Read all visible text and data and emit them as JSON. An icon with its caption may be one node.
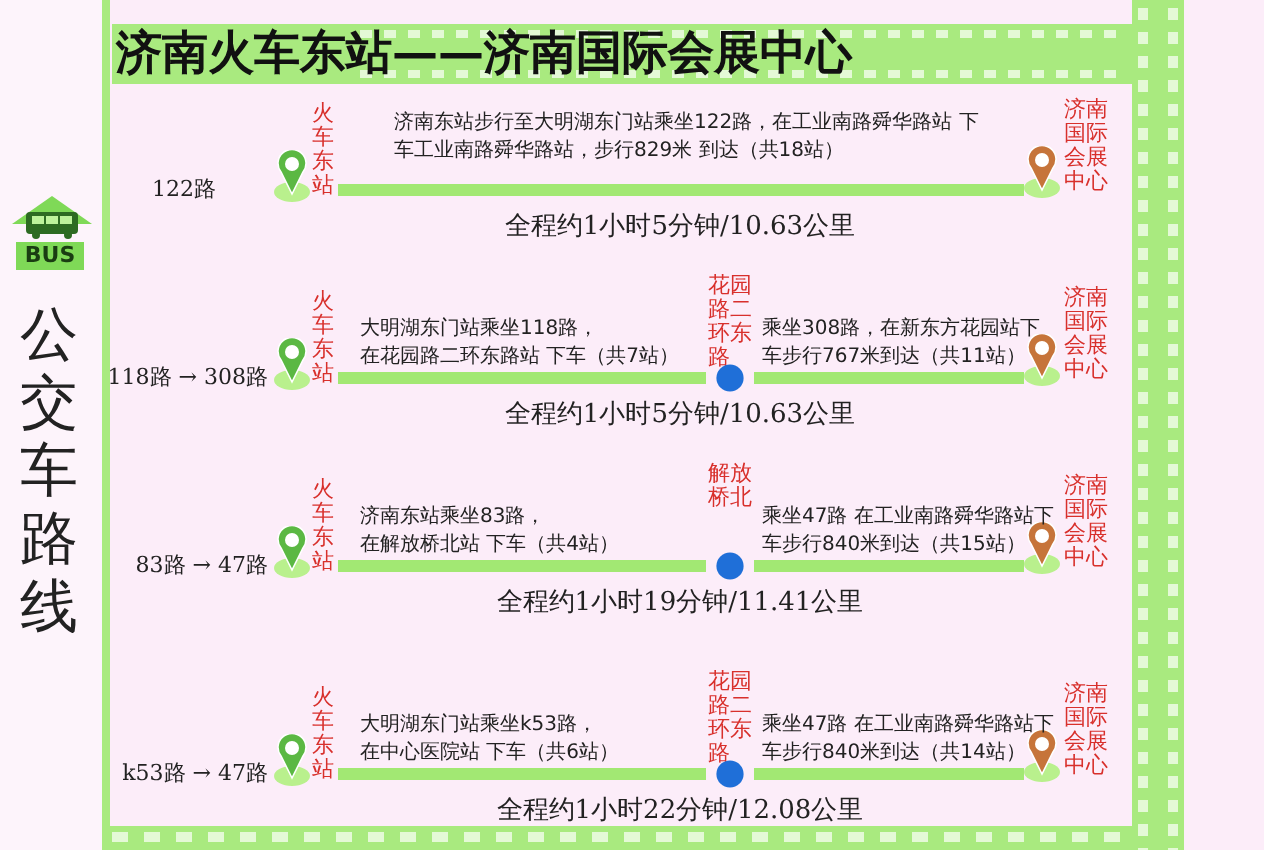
{
  "diagram": {
    "title": "济南火车东站——济南国际会展中心",
    "nodes": [
      {
        "text": [
          "火车东站"
        ]
      },
      {
        "text": [
          "济南国际会展中心"
        ]
      },
      {
        "text": [
          "火车东站"
        ]
      },
      {
        "text": [
          "花园路二环东路"
        ]
      },
      {
        "text": [
          "济南国际会展中心"
        ]
      },
      {
        "text": [
          "火车东站"
        ]
      },
      {
        "text": [
          "解放桥北"
        ]
      },
      {
        "text": [
          "济南国际会展中心"
        ]
      },
      {
        "text": [
          "火车东站"
        ]
      },
      {
        "text": [
          "花园路二环东路"
        ]
      },
      {
        "text": [
          "济南国际会展中心"
        ]
      }
    ],
    "edges": [
      {
        "from": 0,
        "to": 1,
        "arrow": "none",
        "label": "济南东站步行至大明湖东门站乘坐122路，在工业南路舜华路站 下车工业南路舜华路站，步行829米 到达（共18站）"
      },
      {
        "from": 2,
        "to": 3,
        "arrow": "none",
        "label": "大明湖东门站乘坐118路，在花园路二环东路站 下车（共7站）"
      },
      {
        "from": 3,
        "to": 4,
        "arrow": "none",
        "label": "乘坐308路，在新东方花园站下车步行767米到达（共11站）"
      },
      {
        "from": 5,
        "to": 6,
        "arrow": "none",
        "label": "济南东站乘坐83路，在解放桥北站 下车（共4站）"
      },
      {
        "from": 6,
        "to": 7,
        "arrow": "none",
        "label": "乘坐47路 在工业南路舜华路站下车步行840米到达（共15站）"
      },
      {
        "from": 8,
        "to": 9,
        "arrow": "none",
        "label": "大明湖东门站乘坐k53路，在中心医院站 下车（共6站）"
      },
      {
        "from": 9,
        "to": 10,
        "arrow": "none",
        "label": "乘坐47路 在工业南路舜华路站下车步行840米到达（共14站）"
      }
    ],
    "labels": [
      "BUS",
      "公交车路线",
      "122路",
      "全程约1小时5分钟/10.63公里",
      "118路 → 308路",
      "全程约1小时5分钟/10.63公里",
      "83路 → 47路",
      "全程约1小时19分钟/11.41公里",
      "k53路 → 47路",
      "全程约1小时22分钟/12.08公里"
    ]
  }
}
